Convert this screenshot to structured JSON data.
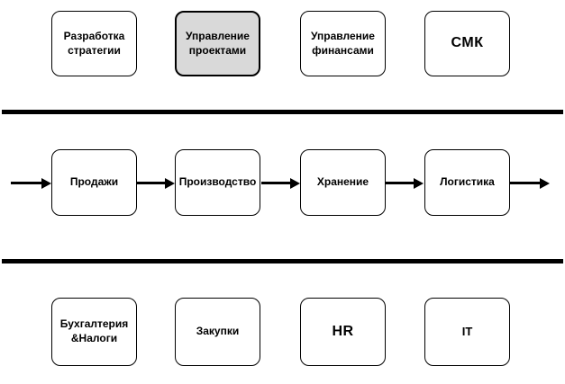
{
  "diagram": {
    "title": "process-map",
    "colors": {
      "box_fill": "#ffffff",
      "highlight_fill": "#d9d9d9",
      "border": "#000000",
      "separator": "#000000",
      "arrow": "#000000"
    },
    "rows": [
      {
        "id": "management-processes",
        "boxes": [
          {
            "label": "Разработка\nстратегии",
            "highlighted": false
          },
          {
            "label": "Управление\nпроектами",
            "highlighted": true
          },
          {
            "label": "Управление\nфинансами",
            "highlighted": false
          },
          {
            "label": "СМК",
            "highlighted": false
          }
        ]
      },
      {
        "id": "core-process-flow",
        "boxes": [
          {
            "label": "Продажи",
            "highlighted": false
          },
          {
            "label": "Производство",
            "highlighted": false
          },
          {
            "label": "Хранение",
            "highlighted": false
          },
          {
            "label": "Логистика",
            "highlighted": false
          }
        ],
        "flow": "left-to-right-arrows"
      },
      {
        "id": "support-processes",
        "boxes": [
          {
            "label": "Бухгалтерия\n&Налоги",
            "highlighted": false
          },
          {
            "label": "Закупки",
            "highlighted": false
          },
          {
            "label": "HR",
            "highlighted": false
          },
          {
            "label": "IT",
            "highlighted": false
          }
        ]
      }
    ]
  }
}
